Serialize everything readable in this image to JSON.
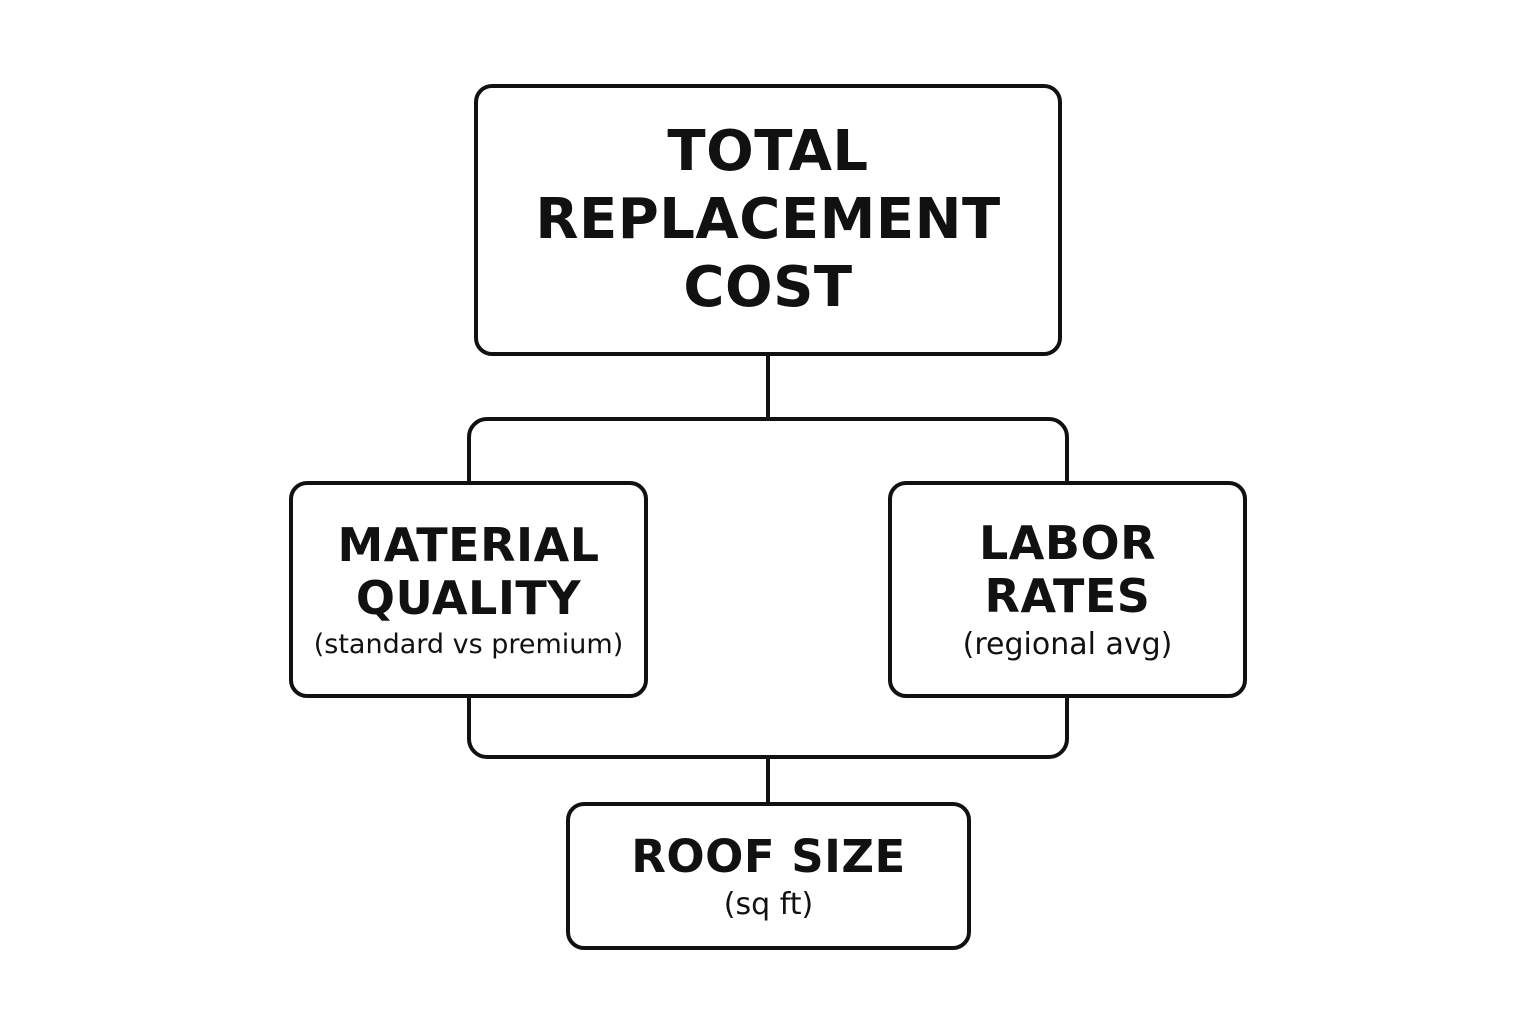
{
  "diagram": {
    "root": {
      "title_lines": [
        "TOTAL",
        "REPLACEMENT",
        "COST"
      ]
    },
    "factors": {
      "material": {
        "title_lines": [
          "MATERIAL",
          "QUALITY"
        ],
        "subtitle": "(standard vs premium)"
      },
      "labor": {
        "title_lines": [
          "LABOR",
          "RATES"
        ],
        "subtitle": "(regional avg)"
      },
      "roof": {
        "title_lines": [
          "ROOF SIZE"
        ],
        "subtitle": "(sq ft)"
      }
    },
    "colors": {
      "stroke": "#111111",
      "background": "#ffffff"
    }
  }
}
